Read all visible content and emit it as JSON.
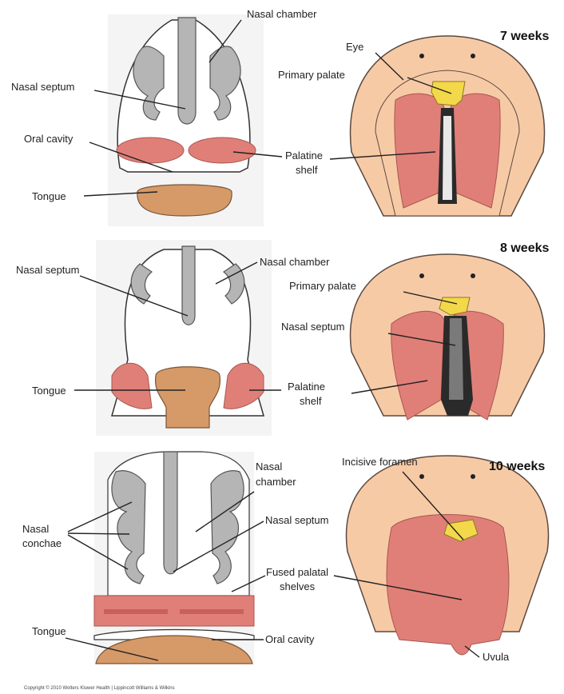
{
  "colors": {
    "skin": "#f7caa6",
    "skin_outline": "#5a4a40",
    "palate": "#e07f78",
    "palate_dark": "#c9605a",
    "primary_palate": "#f3d84a",
    "tongue": "#d59a68",
    "tissue_gray": "#b5b5b5",
    "line": "#222222"
  },
  "panels": {
    "week7": {
      "stage": "7 weeks",
      "coronal": {
        "nasal_chamber": "Nasal chamber",
        "nasal_septum": "Nasal septum",
        "oral_cavity": "Oral cavity",
        "palatine_shelf_line1": "Palatine",
        "palatine_shelf_line2": "shelf",
        "tongue": "Tongue"
      },
      "ventral": {
        "eye": "Eye",
        "primary_palate": "Primary palate"
      }
    },
    "week8": {
      "stage": "8 weeks",
      "coronal": {
        "nasal_septum": "Nasal septum",
        "nasal_chamber": "Nasal chamber",
        "tongue": "Tongue",
        "palatine_shelf_line1": "Palatine",
        "palatine_shelf_line2": "shelf"
      },
      "ventral": {
        "primary_palate": "Primary palate",
        "nasal_septum": "Nasal septum"
      }
    },
    "week10": {
      "stage": "10 weeks",
      "coronal": {
        "nasal_chamber_line1": "Nasal",
        "nasal_chamber_line2": "chamber",
        "nasal_conchae_line1": "Nasal",
        "nasal_conchae_line2": "conchae",
        "nasal_septum": "Nasal septum",
        "fused_shelves_line1": "Fused palatal",
        "fused_shelves_line2": "shelves",
        "tongue": "Tongue",
        "oral_cavity": "Oral cavity"
      },
      "ventral": {
        "incisive_foramen": "Incisive foramen",
        "uvula": "Uvula"
      }
    }
  },
  "copyright": "Copyright © 2010 Wolters Kluwer Health | Lippincott Williams & Wilkins"
}
